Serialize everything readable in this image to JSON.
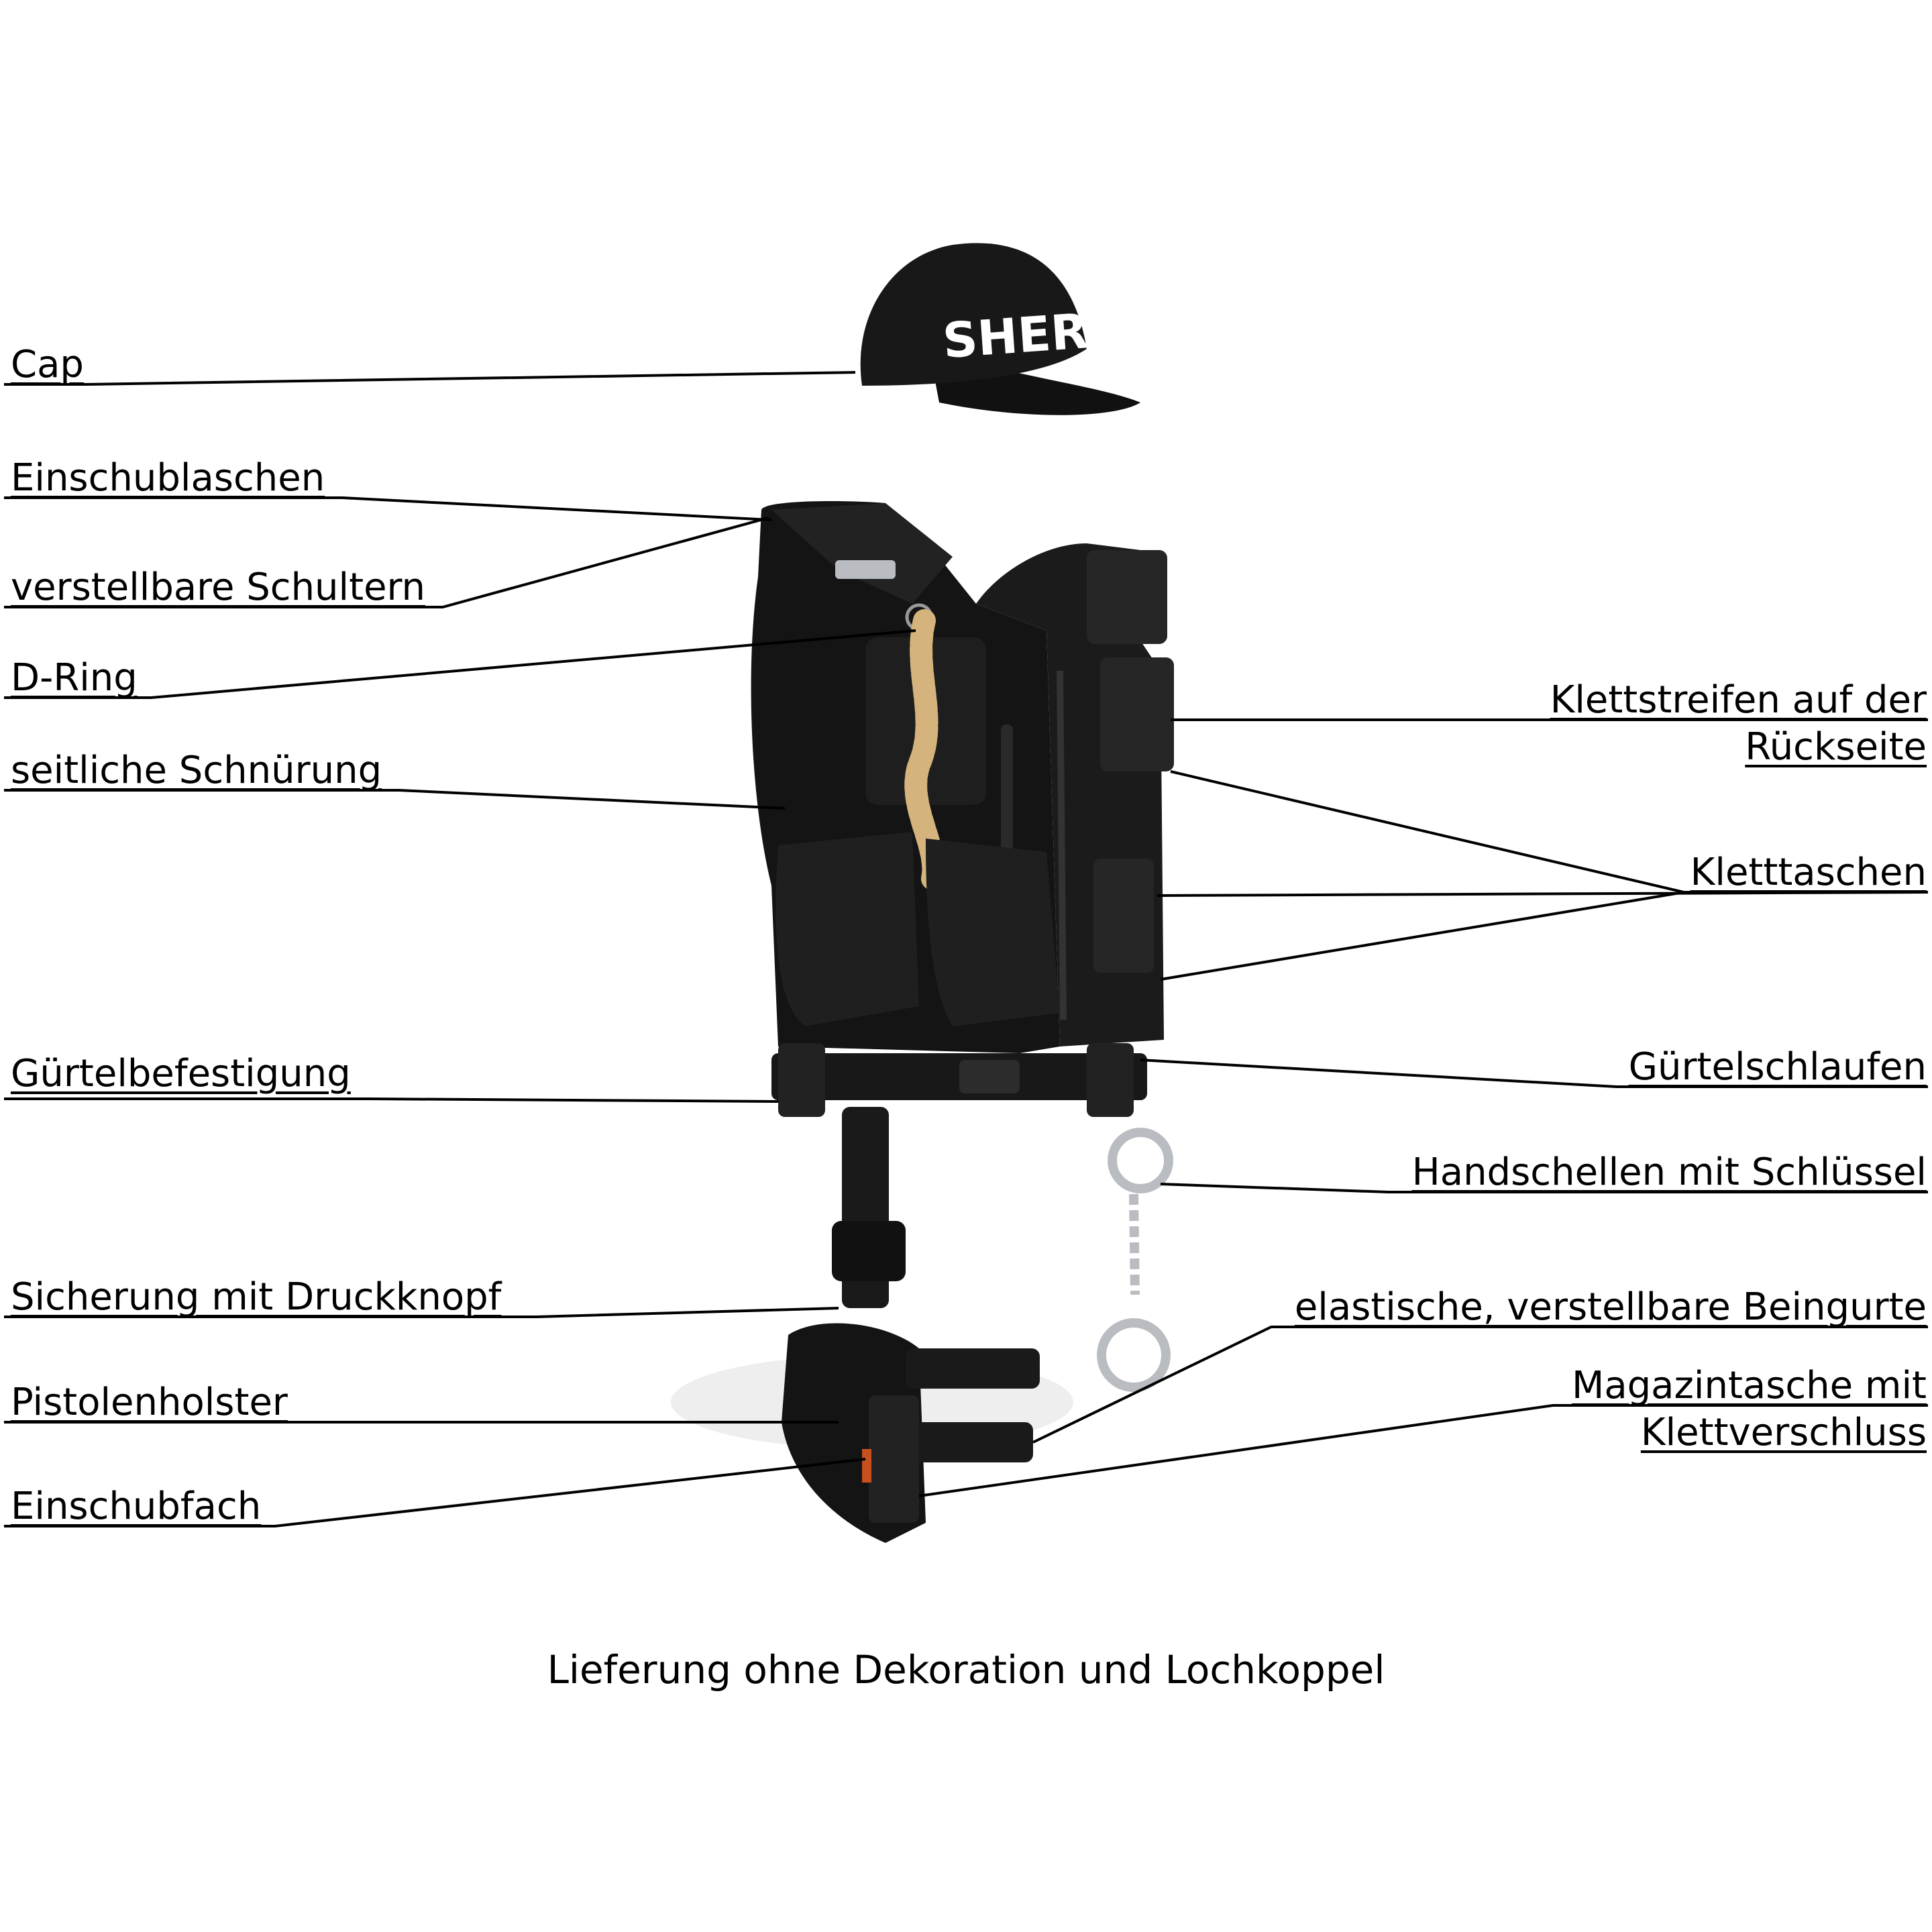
{
  "cap_text": "SHERIFF",
  "labels_left": [
    {
      "id": "cap",
      "text": "Cap"
    },
    {
      "id": "einschublaschen",
      "text": "Einschublaschen"
    },
    {
      "id": "schultern",
      "text": "verstellbare Schultern"
    },
    {
      "id": "d-ring",
      "text": "D-Ring"
    },
    {
      "id": "schnuerung",
      "text": "seitliche Schnürung"
    },
    {
      "id": "guertelbefestigung",
      "text": "Gürtelbefestigung"
    },
    {
      "id": "sicherung",
      "text": "Sicherung mit Druckknopf"
    },
    {
      "id": "pistolenholster",
      "text": "Pistolenholster"
    },
    {
      "id": "einschubfach",
      "text": "Einschubfach"
    }
  ],
  "labels_right": [
    {
      "id": "klettstreifen",
      "lines": [
        "Klettstreifen auf der",
        "Rückseite"
      ]
    },
    {
      "id": "klettaschen",
      "lines": [
        "Kletttaschen"
      ]
    },
    {
      "id": "guertelschlaufen",
      "lines": [
        "Gürtelschlaufen"
      ]
    },
    {
      "id": "handschellen",
      "lines": [
        "Handschellen mit Schlüssel"
      ]
    },
    {
      "id": "beingurte",
      "lines": [
        "elastische, verstellbare Beingurte"
      ]
    },
    {
      "id": "magazintasche",
      "lines": [
        "Magazintasche mit",
        "Klettverschluss"
      ]
    }
  ],
  "footer_note": "Lieferung ohne Dekoration und Lochkoppel",
  "colors": {
    "vest": "#141414",
    "vest_shade": "#222222",
    "rope": "#d4b47c",
    "metal": "#b9bcc0",
    "line": "#000000"
  }
}
